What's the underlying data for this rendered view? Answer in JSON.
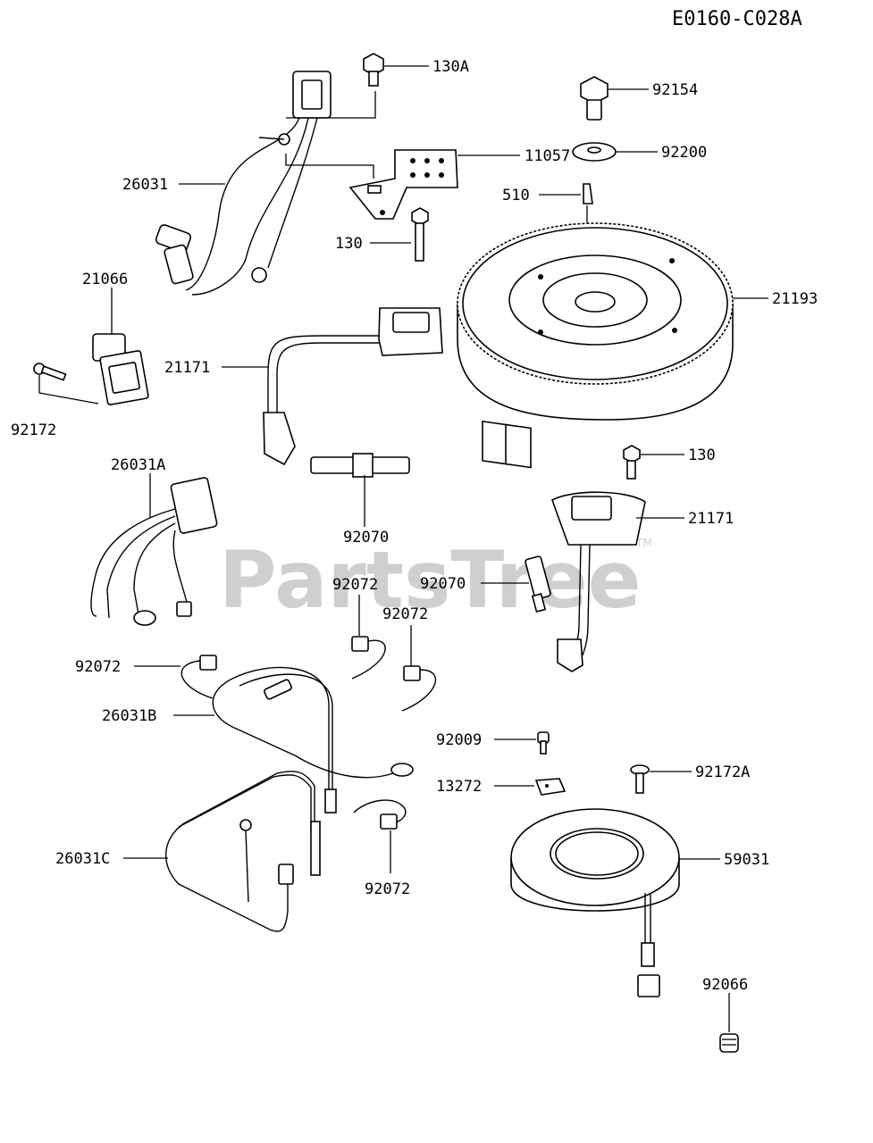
{
  "diagram_code": "E0160-C028A",
  "watermark": "PartsTree",
  "watermark_tm": "TM",
  "callouts": {
    "c130A": "130A",
    "c92154": "92154",
    "c11057": "11057",
    "c92200": "92200",
    "c26031": "26031",
    "c510": "510",
    "c130_top": "130",
    "c21066": "21066",
    "c21193": "21193",
    "c21171_left": "21171",
    "c92172": "92172",
    "c130_right": "130",
    "c26031A": "26031A",
    "c21171_right": "21171",
    "c92070_left": "92070",
    "c92072_a": "92072",
    "c92070_right": "92070",
    "c92072_b": "92072",
    "c92072_c": "92072",
    "c26031B": "26031B",
    "c92009": "92009",
    "c13272": "13272",
    "c92172A": "92172A",
    "c26031C": "26031C",
    "c59031": "59031",
    "c92072_d": "92072",
    "c92066": "92066"
  }
}
